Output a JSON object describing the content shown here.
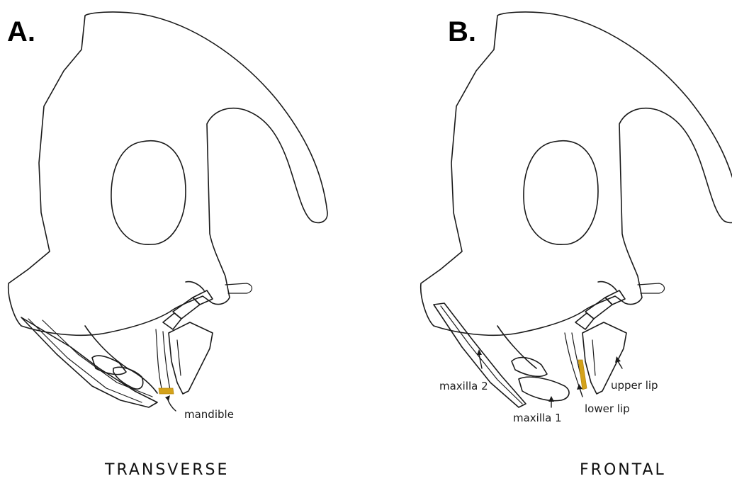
{
  "panels": [
    {
      "letter": "A.",
      "caption": "TRANSVERSE",
      "callouts": [
        "mandible"
      ]
    },
    {
      "letter": "B.",
      "caption": "FRONTAL",
      "callouts": [
        "maxilla 2",
        "maxilla 1",
        "lower lip",
        "upper lip"
      ]
    }
  ],
  "colors": {
    "outline": "#1a1a1a",
    "highlight": "#d4a21a"
  }
}
